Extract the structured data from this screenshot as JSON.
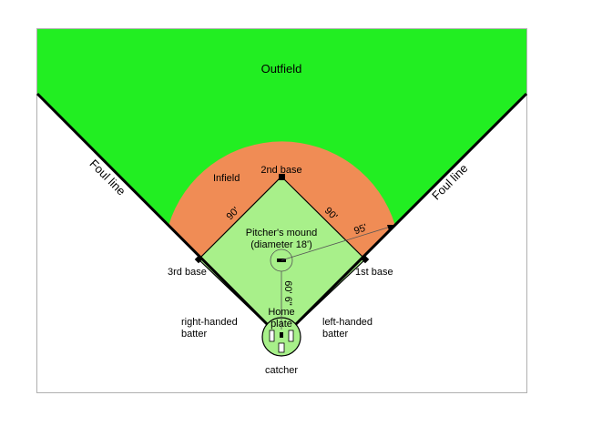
{
  "colors": {
    "outfield": "#22ee22",
    "infield_dirt": "#f08c55",
    "infield_grass": "#a8f08a",
    "lines": "#000000",
    "border": "#b0b0b0"
  },
  "labels": {
    "outfield": "Outfield",
    "infield": "Infield",
    "foul_line_left": "Foul line",
    "foul_line_right": "Foul line",
    "second_base": "2nd base",
    "third_base": "3rd base",
    "first_base": "1st base",
    "mound_line1": "Pitcher's mound",
    "mound_line2": "(diameter 18')",
    "dist_base_left": "90'",
    "dist_base_right": "90'",
    "dist_arc": "95'",
    "dist_mound": "60' 6\"",
    "home_line1": "Home",
    "home_line2": "plate",
    "rh_batter_line1": "right-handed",
    "rh_batter_line2": "batter",
    "lh_batter_line1": "left-handed",
    "lh_batter_line2": "batter",
    "catcher": "catcher"
  }
}
